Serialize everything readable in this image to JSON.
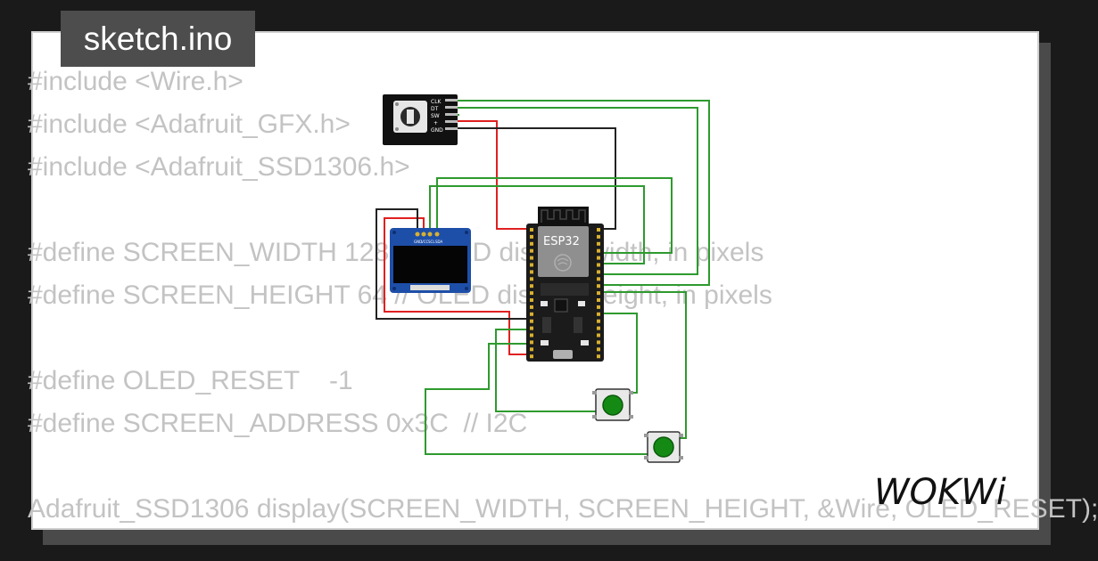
{
  "header": {
    "title": "sketch.ino"
  },
  "editor": {
    "code_lines": [
      "#include <Wire.h>",
      "#include <Adafruit_GFX.h>",
      "#include <Adafruit_SSD1306.h>",
      "",
      "#define SCREEN_WIDTH 128 // OLED display width, in pixels",
      "#define SCREEN_HEIGHT 64 // OLED display height, in pixels",
      "",
      "#define OLED_RESET    -1",
      "#define SCREEN_ADDRESS 0x3C  // I2C",
      "",
      "Adafruit_SSD1306 display(SCREEN_WIDTH, SCREEN_HEIGHT, &Wire, OLED_RESET);"
    ]
  },
  "circuit": {
    "encoder": {
      "pins": [
        "CLK",
        "DT",
        "SW",
        "+",
        "GND"
      ]
    },
    "oled": {
      "pins": [
        "GND",
        "VCC",
        "SCL",
        "SDA"
      ]
    },
    "esp32": {
      "label": "ESP32"
    },
    "buttons": [
      "pushbutton",
      "pushbutton"
    ],
    "wire_colors": {
      "green": "#2e9a2e",
      "red": "#e02020",
      "black": "#222222"
    }
  },
  "brand": {
    "logo": "WOKWi"
  }
}
